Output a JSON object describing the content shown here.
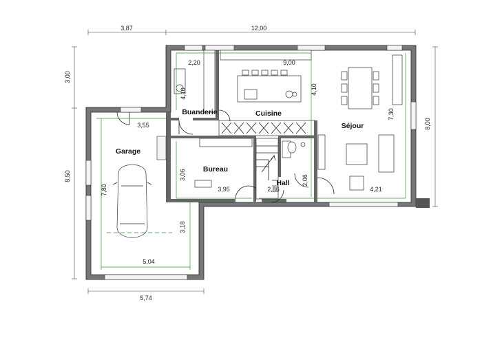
{
  "rooms": {
    "garage": "Garage",
    "buanderie": "Buanderie",
    "cuisine": "Cuisine",
    "sejour": "Séjour",
    "bureau": "Bureau",
    "hall": "Hall"
  },
  "dimensions": {
    "top_left": "3,87",
    "top_right": "12,00",
    "left_upper": "3,00",
    "left_lower": "8,50",
    "right_total": "8,00",
    "bottom": "5,74",
    "buanderie_w": "2,20",
    "cuisine_w": "9,00",
    "buanderie_h": "4,10",
    "cuisine_h": "4,10",
    "sejour_h": "7,30",
    "garage_top": "3,55",
    "garage_h": "7,80",
    "garage_w": "5,04",
    "garage_inner": "3,18",
    "bureau_h": "3,06",
    "bureau_w": "3,95",
    "hall_w": "2,86",
    "hall_h": "2,06",
    "sejour_w": "4,21"
  }
}
